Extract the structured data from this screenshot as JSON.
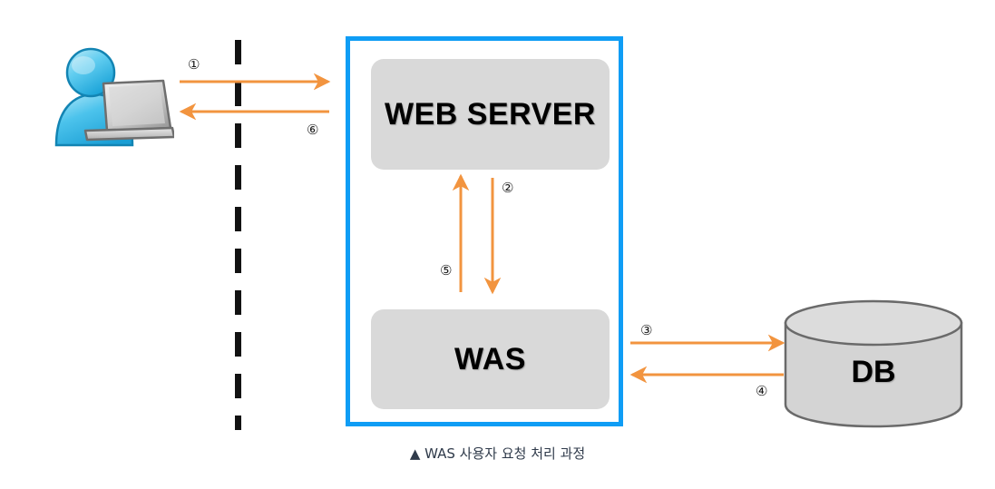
{
  "diagram": {
    "caption": "▲ WAS 사용자 요청 처리 과정",
    "background_color": "#ffffff",
    "accent_arrow_color": "#f2943f",
    "container_border_color": "#0f9df5",
    "node_fill_color": "#d9d9d9",
    "boundary_line_color": "#121212"
  },
  "nodes": {
    "client": {
      "name": "user-with-laptop",
      "label": ""
    },
    "web_server": {
      "label": "WEB SERVER"
    },
    "was": {
      "label": "WAS"
    },
    "database": {
      "label": "DB"
    }
  },
  "steps": [
    {
      "id": "1",
      "marker": "①",
      "from": "client",
      "to": "web-server",
      "direction": "right"
    },
    {
      "id": "2",
      "marker": "②",
      "from": "web-server",
      "to": "was",
      "direction": "down"
    },
    {
      "id": "3",
      "marker": "③",
      "from": "was",
      "to": "db",
      "direction": "right"
    },
    {
      "id": "4",
      "marker": "④",
      "from": "db",
      "to": "was",
      "direction": "left"
    },
    {
      "id": "5",
      "marker": "⑤",
      "from": "was",
      "to": "web-server",
      "direction": "up"
    },
    {
      "id": "6",
      "marker": "⑥",
      "from": "web-server",
      "to": "client",
      "direction": "left"
    }
  ]
}
